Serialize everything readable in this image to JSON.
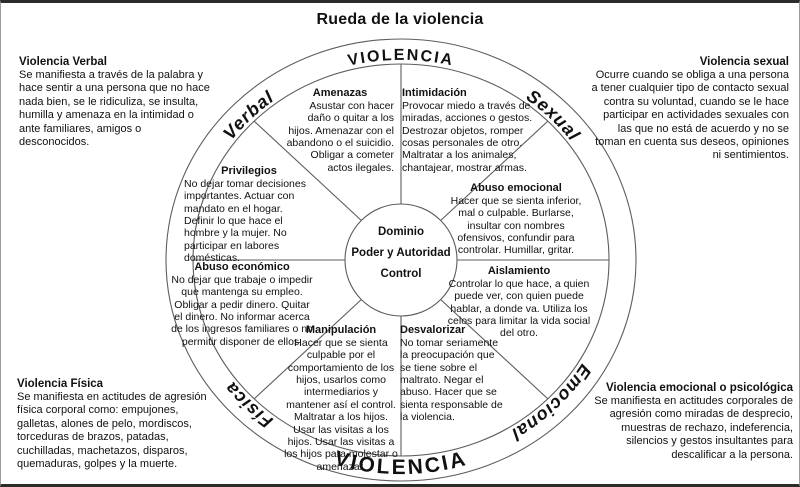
{
  "title": "Rueda de la violencia",
  "ink_color": "#111111",
  "line_color": "#5d5d5d",
  "ring": {
    "top_label": "VIOLENCIA",
    "bottom_label": "VIOLENCIA",
    "verbal": "Verbal",
    "sexual": "Sexual",
    "fisica": "Física",
    "emocional": "Emocional"
  },
  "center": {
    "line1": "Dominio",
    "line2": "Poder y Autoridad",
    "line3": "Control"
  },
  "segments": [
    {
      "title": "Amenazas",
      "body": "Asustar con hacer daño o quitar a los hijos. Amenazar con el abandono o el suicidio. Obligar a cometer actos ilegales."
    },
    {
      "title": "Intimidación",
      "body": "Provocar miedo a través de miradas, acciones o gestos. Destrozar objetos, romper cosas personales de otro. Maltratar a los animales, chantajear, mostrar armas."
    },
    {
      "title": "Privilegios",
      "body": "No dejar tomar decisiones importantes. Actuar con mandato en el hogar. Definir lo que hace el hombre y la mujer. No participar en labores domésticas."
    },
    {
      "title": "Abuso emocional",
      "body": "Hacer que se sienta inferior, mal o culpable. Burlarse, insultar con nombres ofensivos, confundir para controlar. Humillar, gritar."
    },
    {
      "title": "Abuso económico",
      "body": "No dejar que trabaje o impedir que mantenga su empleo. Obligar a pedir dinero. Quitar el dinero. No informar acerca de los ingresos familiares o no permitir disponer de ellos."
    },
    {
      "title": "Aislamiento",
      "body": "Controlar lo que hace, a quien puede ver, con quien puede hablar, a donde va. Utiliza los celos para limitar la vida social del otro."
    },
    {
      "title": "Manipulación",
      "body": "Hacer que se sienta culpable por el comportamiento de los hijos, usarlos como intermediarios y mantener así el control. Maltratar a los hijos. Usar las visitas a los hijos. Usar las visitas a los hijos para molestar o amenazar."
    },
    {
      "title": "Desvalorizar",
      "body": "No tomar seriamente la preocupación que se tiene sobre el maltrato. Negar el abuso. Hacer que se sienta responsable de la violencia."
    }
  ],
  "corners": [
    {
      "title": "Violencia Verbal",
      "body": "Se manifiesta a través de la palabra y hace sentir a una persona que no hace nada bien, se le ridiculiza, se insulta, humilla y amenaza en la intimidad o ante familiares, amigos o desconocidos."
    },
    {
      "title": "Violencia sexual",
      "body": "Ocurre cuando se obliga a una persona a tener cualquier tipo de contacto sexual contra su voluntad, cuando se le hace participar en actividades sexuales con las que no está de acuerdo y no se toman en cuenta sus deseos, opiniones ni sentimientos."
    },
    {
      "title": "Violencia Física",
      "body": "Se manifiesta en actitudes de agresión física corporal como: empujones, galletas, alones de pelo, mordiscos, torceduras de brazos, patadas, cuchilladas, machetazos, disparos, quemaduras, golpes y la muerte."
    },
    {
      "title": "Violencia emocional o psicológica",
      "body": "Se manifiesta en actitudes corporales de agresión como miradas de desprecio, muestras de rechazo, indeferencia, silencios y gestos insultantes para descalificar a la persona."
    }
  ]
}
